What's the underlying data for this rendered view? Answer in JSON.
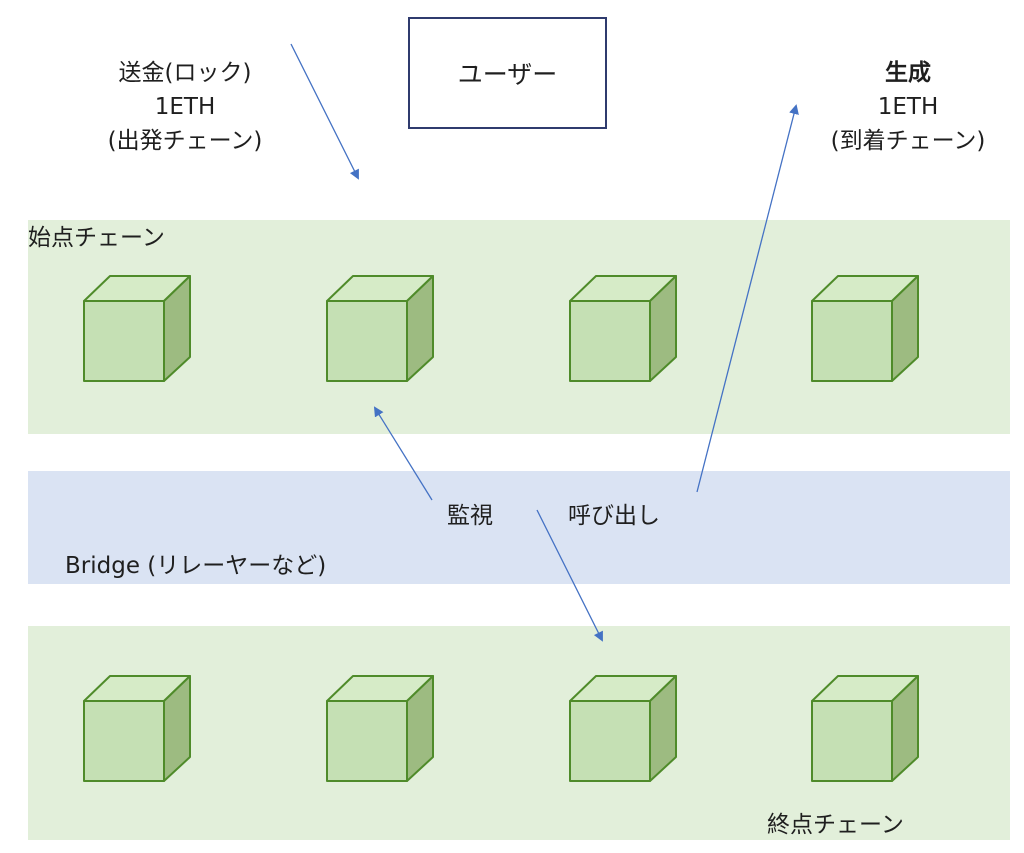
{
  "user": {
    "label": "ユーザー"
  },
  "send_note": {
    "line1": "送金(ロック)",
    "line2": "1ETH",
    "line3": "(出発チェーン)"
  },
  "mint_note": {
    "line1": "生成",
    "line2": "1ETH",
    "line3": "(到着チェーン)"
  },
  "source_chain": {
    "label": "始点チェーン",
    "block_count": 4
  },
  "dest_chain": {
    "label": "終点チェーン",
    "block_count": 4
  },
  "bridge": {
    "label": "Bridge (リレーヤーなど)",
    "monitor_label": "監視",
    "invoke_label": "呼び出し"
  },
  "colors": {
    "chain_band": "#e2efda",
    "bridge_band": "#dae3f3",
    "block_front": "#c5e0b4",
    "block_top": "#d6ebc7",
    "block_side": "#9dbb81",
    "block_stroke": "#4f8b2a",
    "arrow": "#4472c4",
    "user_border": "#2f3b6e"
  }
}
